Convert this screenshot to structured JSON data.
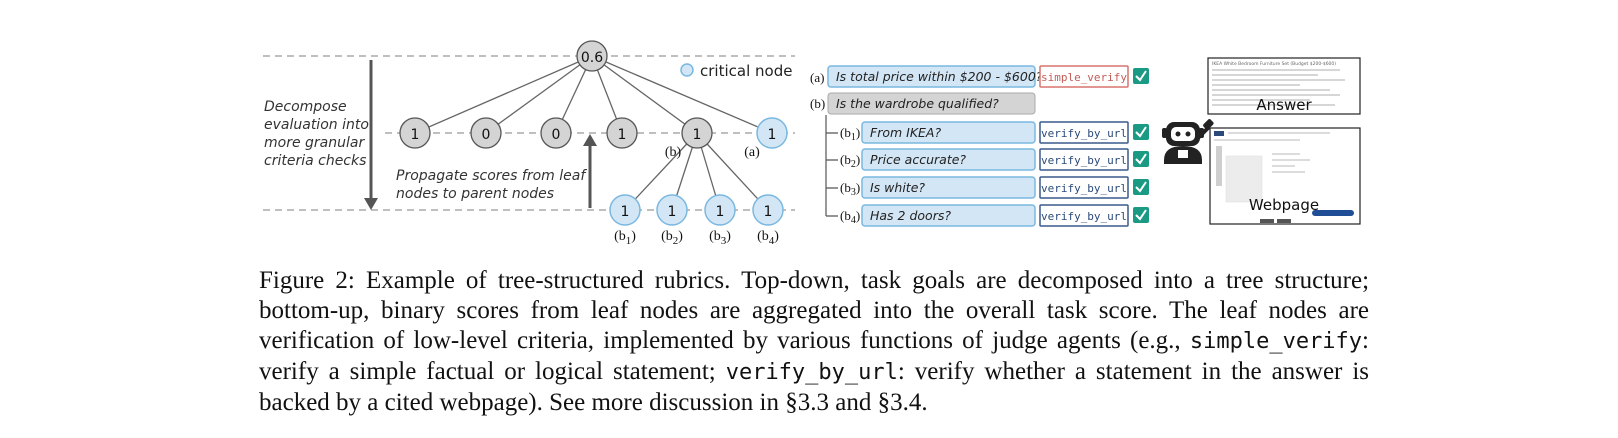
{
  "tree": {
    "root_score": "0.6",
    "legend_label": "critical node",
    "level1_scores": [
      "1",
      "0",
      "0",
      "1",
      "1",
      "1"
    ],
    "level1_tags": {
      "b": "(b)",
      "a": "(a)"
    },
    "leaf_scores": [
      "1",
      "1",
      "1",
      "1"
    ],
    "leaf_tags": [
      [
        "b",
        "1"
      ],
      [
        "b",
        "2"
      ],
      [
        "b",
        "3"
      ],
      [
        "b",
        "4"
      ]
    ],
    "decompose_text": [
      "Decompose",
      "evaluation into",
      "more granular",
      "criteria checks"
    ],
    "propagate_text": [
      "Propagate scores from leaf",
      "nodes to parent nodes"
    ]
  },
  "rubric": {
    "rows": [
      {
        "tag": "(a)",
        "question": "Is total price within $200 - $600?",
        "func": "simple_verify",
        "checked": true
      },
      {
        "tag": "(b)",
        "question": "Is the wardrobe qualified?",
        "func": "",
        "checked": false
      },
      {
        "tag": "(b1)",
        "question": "From IKEA?",
        "func": "verify_by_url",
        "checked": true
      },
      {
        "tag": "(b2)",
        "question": "Price accurate?",
        "func": "verify_by_url",
        "checked": true
      },
      {
        "tag": "(b3)",
        "question": "Is white?",
        "func": "verify_by_url",
        "checked": true
      },
      {
        "tag": "(b4)",
        "question": "Has 2 doors?",
        "func": "verify_by_url",
        "checked": true
      }
    ]
  },
  "thumbnails": {
    "answer_title": "Answer",
    "answer_heading": "IKEA White Bedroom Furniture Set (Budget $200-$600)",
    "webpage_title": "Webpage"
  },
  "caption": {
    "label": "Figure 2:",
    "t1": "Example of tree-structured rubrics. Top-down, task goals are decomposed into a tree structure; bottom-up, binary scores from leaf nodes are aggregated into the overall task score. The leaf nodes are verification of low-level criteria, implemented by various functions of judge agents (e.g., ",
    "code1": "simple_verify",
    "t2": ": verify a simple factual or logical statement; ",
    "code2": "verify_by_url",
    "t3": ": verify whether a statement in the answer is backed by a cited webpage). See more discussion in §3.3 and §3.4."
  },
  "colors": {
    "critical_fill": "#d3e6f5",
    "critical_stroke": "#7ab8e0",
    "node_fill": "#d4d4d4",
    "check_green": "#1a9a83",
    "simple_verify_border": "#d9736e",
    "verify_url_border": "#3a5a8c"
  }
}
